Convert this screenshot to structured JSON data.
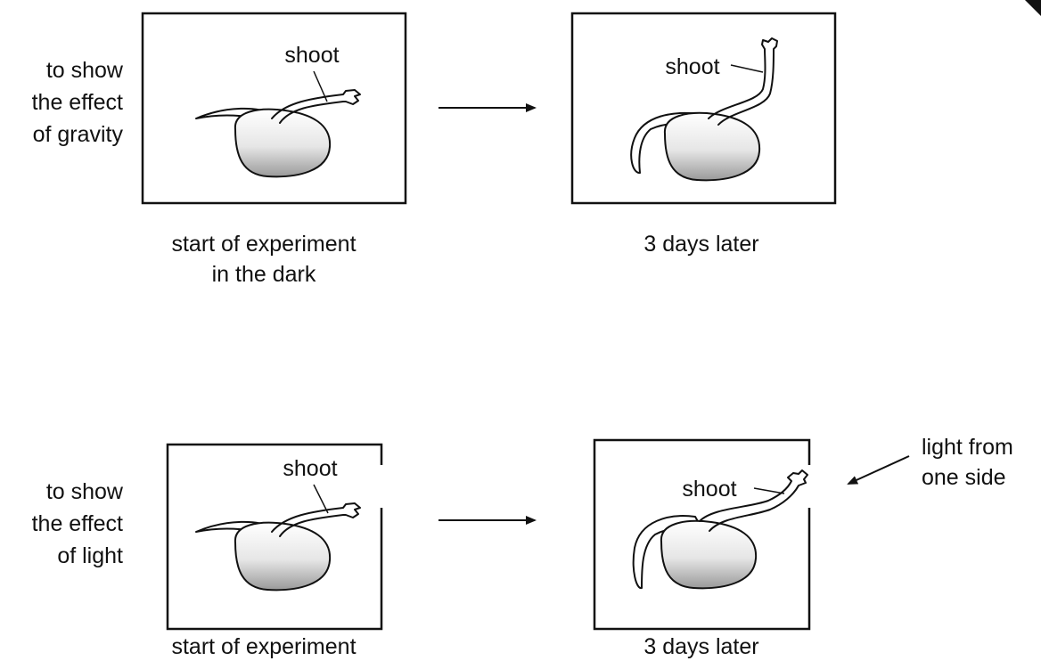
{
  "top_row": {
    "side_label": [
      "to show",
      "the effect",
      "of gravity"
    ],
    "left_panel": {
      "shoot_label": "shoot",
      "caption": [
        "start of experiment",
        "in the dark"
      ]
    },
    "right_panel": {
      "shoot_label": "shoot",
      "caption": "3 days later"
    }
  },
  "bottom_row": {
    "side_label": [
      "to show",
      "the effect",
      "of light"
    ],
    "left_panel": {
      "shoot_label": "shoot",
      "caption": "start of experiment"
    },
    "right_panel": {
      "shoot_label": "shoot",
      "caption": "3 days later"
    },
    "light_label": [
      "light from",
      "one side"
    ]
  }
}
